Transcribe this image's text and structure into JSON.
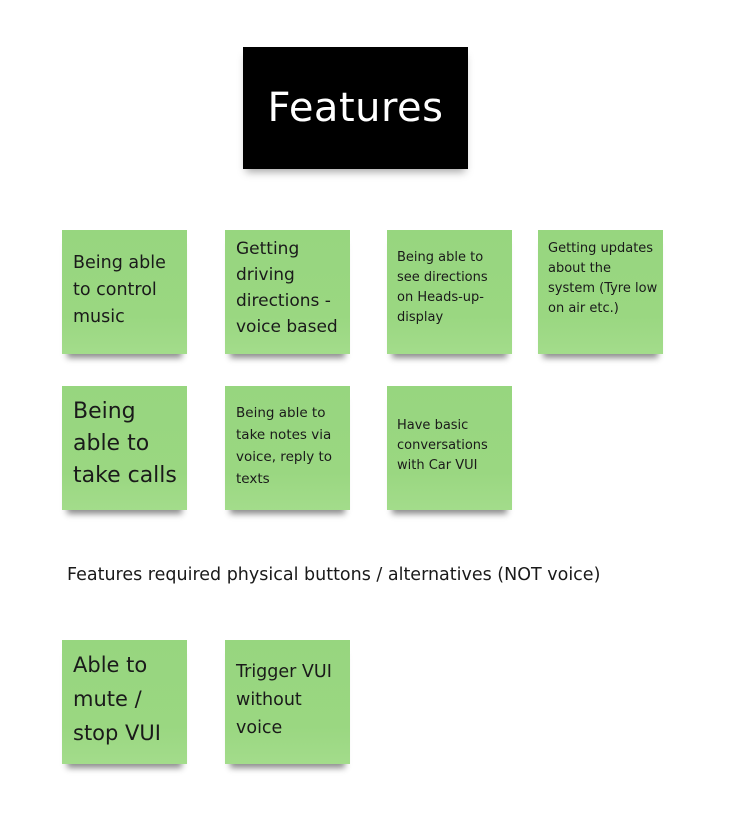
{
  "header": {
    "title": "Features"
  },
  "voice_features": [
    {
      "text": "Being able to control music"
    },
    {
      "text": "Getting driving directions - voice based"
    },
    {
      "text": "Being able to see directions on Heads-up-display"
    },
    {
      "text": "Getting updates about the system (Tyre low on air etc.)"
    },
    {
      "text": "Being able to take calls"
    },
    {
      "text": "Being able to take notes via voice, reply to texts"
    },
    {
      "text": "Have basic conversations with Car VUI"
    }
  ],
  "section_caption": "Features required physical buttons / alternatives (NOT voice)",
  "physical_features": [
    {
      "text": "Able to mute / stop VUI"
    },
    {
      "text": "Trigger VUI without voice"
    }
  ],
  "colors": {
    "sticky_green": "#97d67f",
    "header_black": "#000000"
  }
}
